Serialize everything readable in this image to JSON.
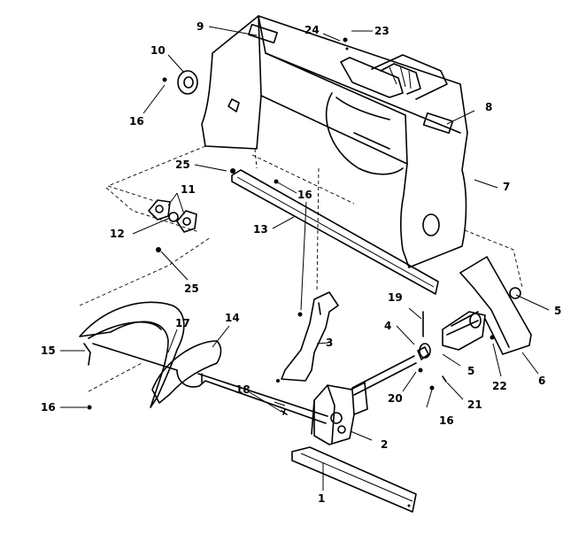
{
  "callouts": {
    "c1": "1",
    "c2": "2",
    "c3": "3",
    "c4": "4",
    "c5a": "5",
    "c5b": "5",
    "c6": "6",
    "c7": "7",
    "c8": "8",
    "c9": "9",
    "c10": "10",
    "c11": "11",
    "c12": "12",
    "c13": "13",
    "c14": "14",
    "c15": "15",
    "c16a": "16",
    "c16b": "16",
    "c16c": "16",
    "c16d": "16",
    "c17": "17",
    "c18": "18",
    "c19": "19",
    "c20": "20",
    "c21": "21",
    "c22": "22",
    "c23": "23",
    "c24": "24",
    "c25a": "25",
    "c25b": "25"
  },
  "colors": {
    "ink": "#000000",
    "paper": "#ffffff"
  }
}
